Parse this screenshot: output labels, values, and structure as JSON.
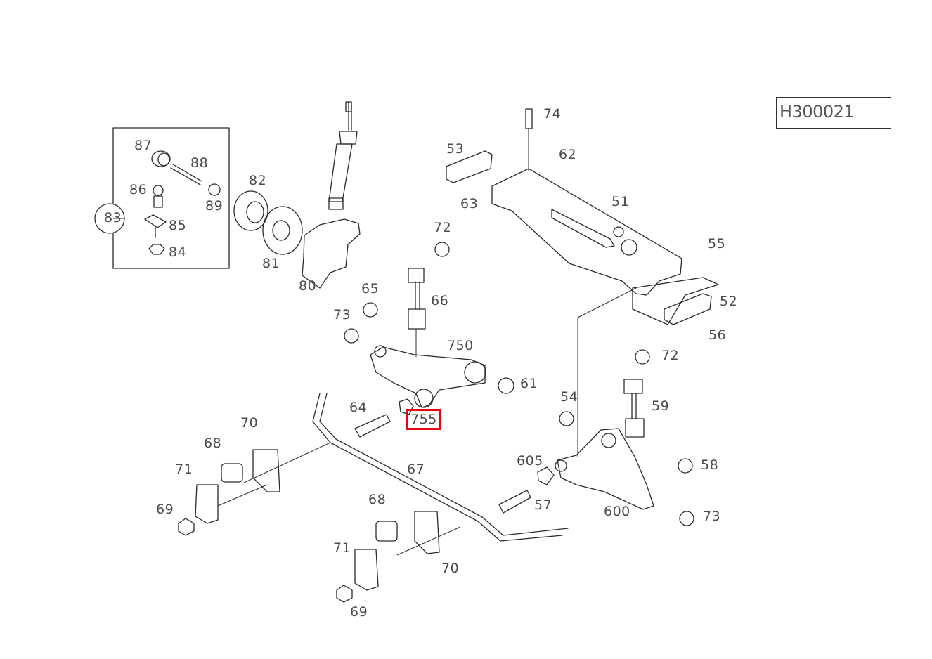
{
  "figure_code": "H300021",
  "highlighted_part": "755",
  "labels": {
    "p87": "87",
    "p88": "88",
    "p86": "86",
    "p89": "89",
    "p83": "83",
    "p85": "85",
    "p84": "84",
    "p82": "82",
    "p81": "81",
    "p80": "80",
    "p74": "74",
    "p53": "53",
    "p62": "62",
    "p63": "63",
    "p51": "51",
    "p55": "55",
    "p52": "52",
    "p56": "56",
    "p72a": "72",
    "p65": "65",
    "p66": "66",
    "p73a": "73",
    "p750": "750",
    "p61": "61",
    "p64": "64",
    "p755": "755",
    "p70a": "70",
    "p68a": "68",
    "p71a": "71",
    "p69a": "69",
    "p67": "67",
    "p72b": "72",
    "p59": "59",
    "p54": "54",
    "p605": "605",
    "p58": "58",
    "p57": "57",
    "p600": "600",
    "p73b": "73",
    "p68b": "68",
    "p71b": "71",
    "p70b": "70",
    "p69b": "69"
  },
  "colors": {
    "line": "#2a2a2a",
    "label": "#4a4a4a",
    "highlight": "#e3000f"
  }
}
